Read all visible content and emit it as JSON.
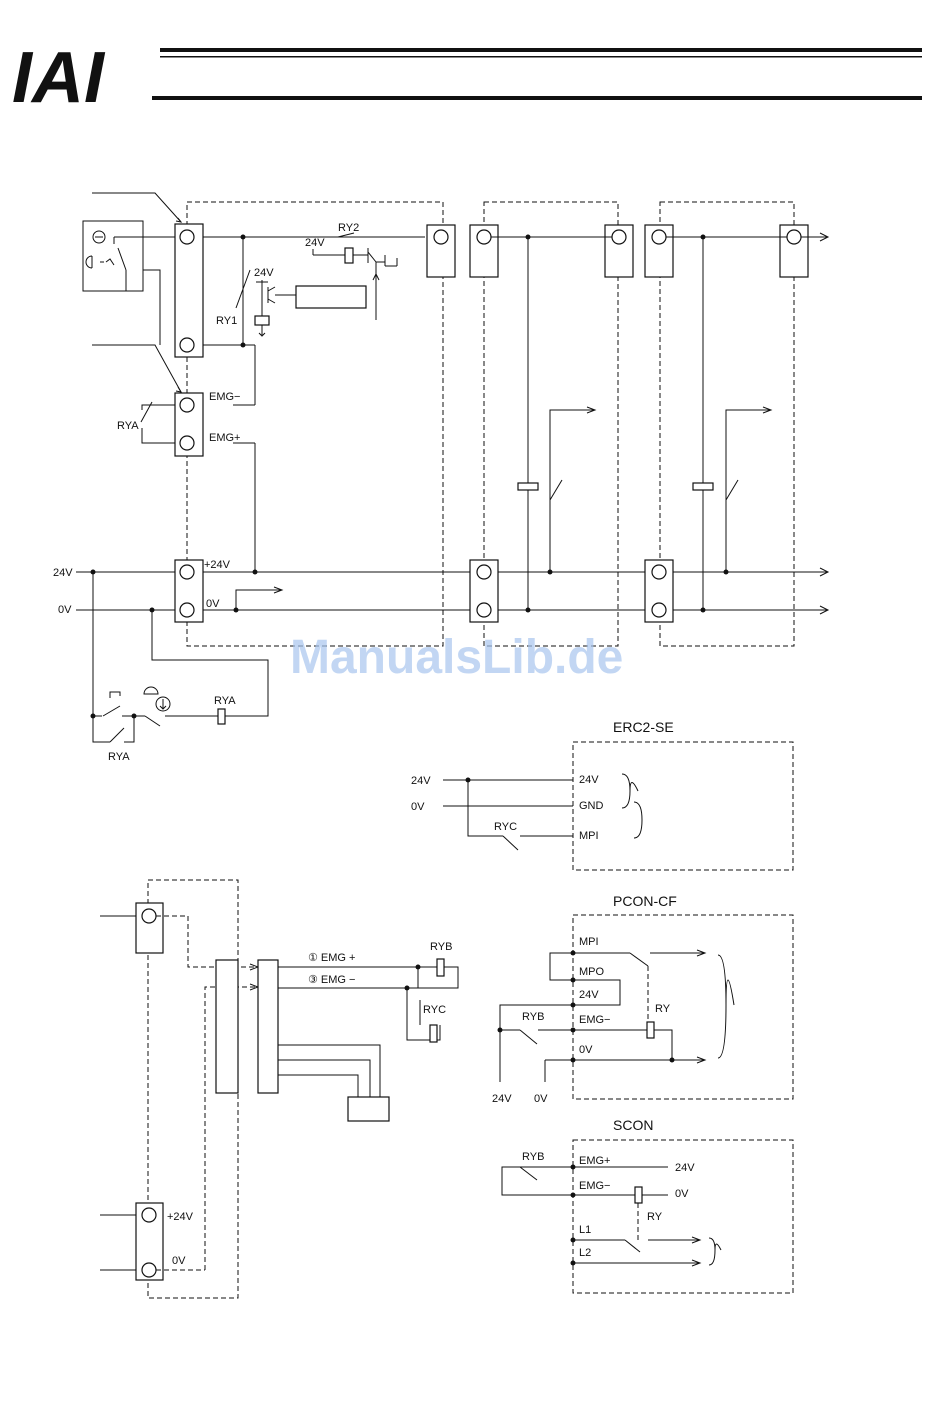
{
  "header": {
    "logo_text": "IAI"
  },
  "watermark": "ManualsLib.de",
  "top_circuit": {
    "relay_ry1": "RY1",
    "relay_ry2": "RY2",
    "rya_upper": "RYA",
    "rya_lower": "RYA",
    "rya_coil": "RYA",
    "emg_minus": "EMG−",
    "emg_plus": "EMG+",
    "v24_small_1": "24V",
    "v24_small_2": "24V",
    "plus24v": "+24V",
    "zero_v": "0V",
    "line_24v": "24V",
    "line_0v": "0V"
  },
  "erc2": {
    "title": "ERC2-SE",
    "left_24v": "24V",
    "left_0v": "0V",
    "pin_24v": "24V",
    "pin_gnd": "GND",
    "pin_mpi": "MPI",
    "relay": "RYC"
  },
  "pcon": {
    "title": "PCON-CF",
    "pin_mpi": "MPI",
    "pin_mpo": "MPO",
    "pin_24v": "24V",
    "pin_emg_minus": "EMG−",
    "pin_0v": "0V",
    "relay_ryb": "RYB",
    "relay_ry": "RY",
    "bottom_24v": "24V",
    "bottom_0v": "0V"
  },
  "scon": {
    "title": "SCON",
    "pin_emg_plus": "EMG+",
    "pin_emg_minus": "EMG−",
    "pin_l1": "L1",
    "pin_l2": "L2",
    "right_24v": "24V",
    "right_0v": "0V",
    "relay_ryb": "RYB",
    "relay_ry": "RY"
  },
  "lower_left": {
    "emg_plus_pin": "①  EMG +",
    "emg_minus_pin": "③  EMG −",
    "relay_ryb": "RYB",
    "relay_ryc": "RYC",
    "plus24v": "+24V",
    "zero_v": "0V"
  }
}
